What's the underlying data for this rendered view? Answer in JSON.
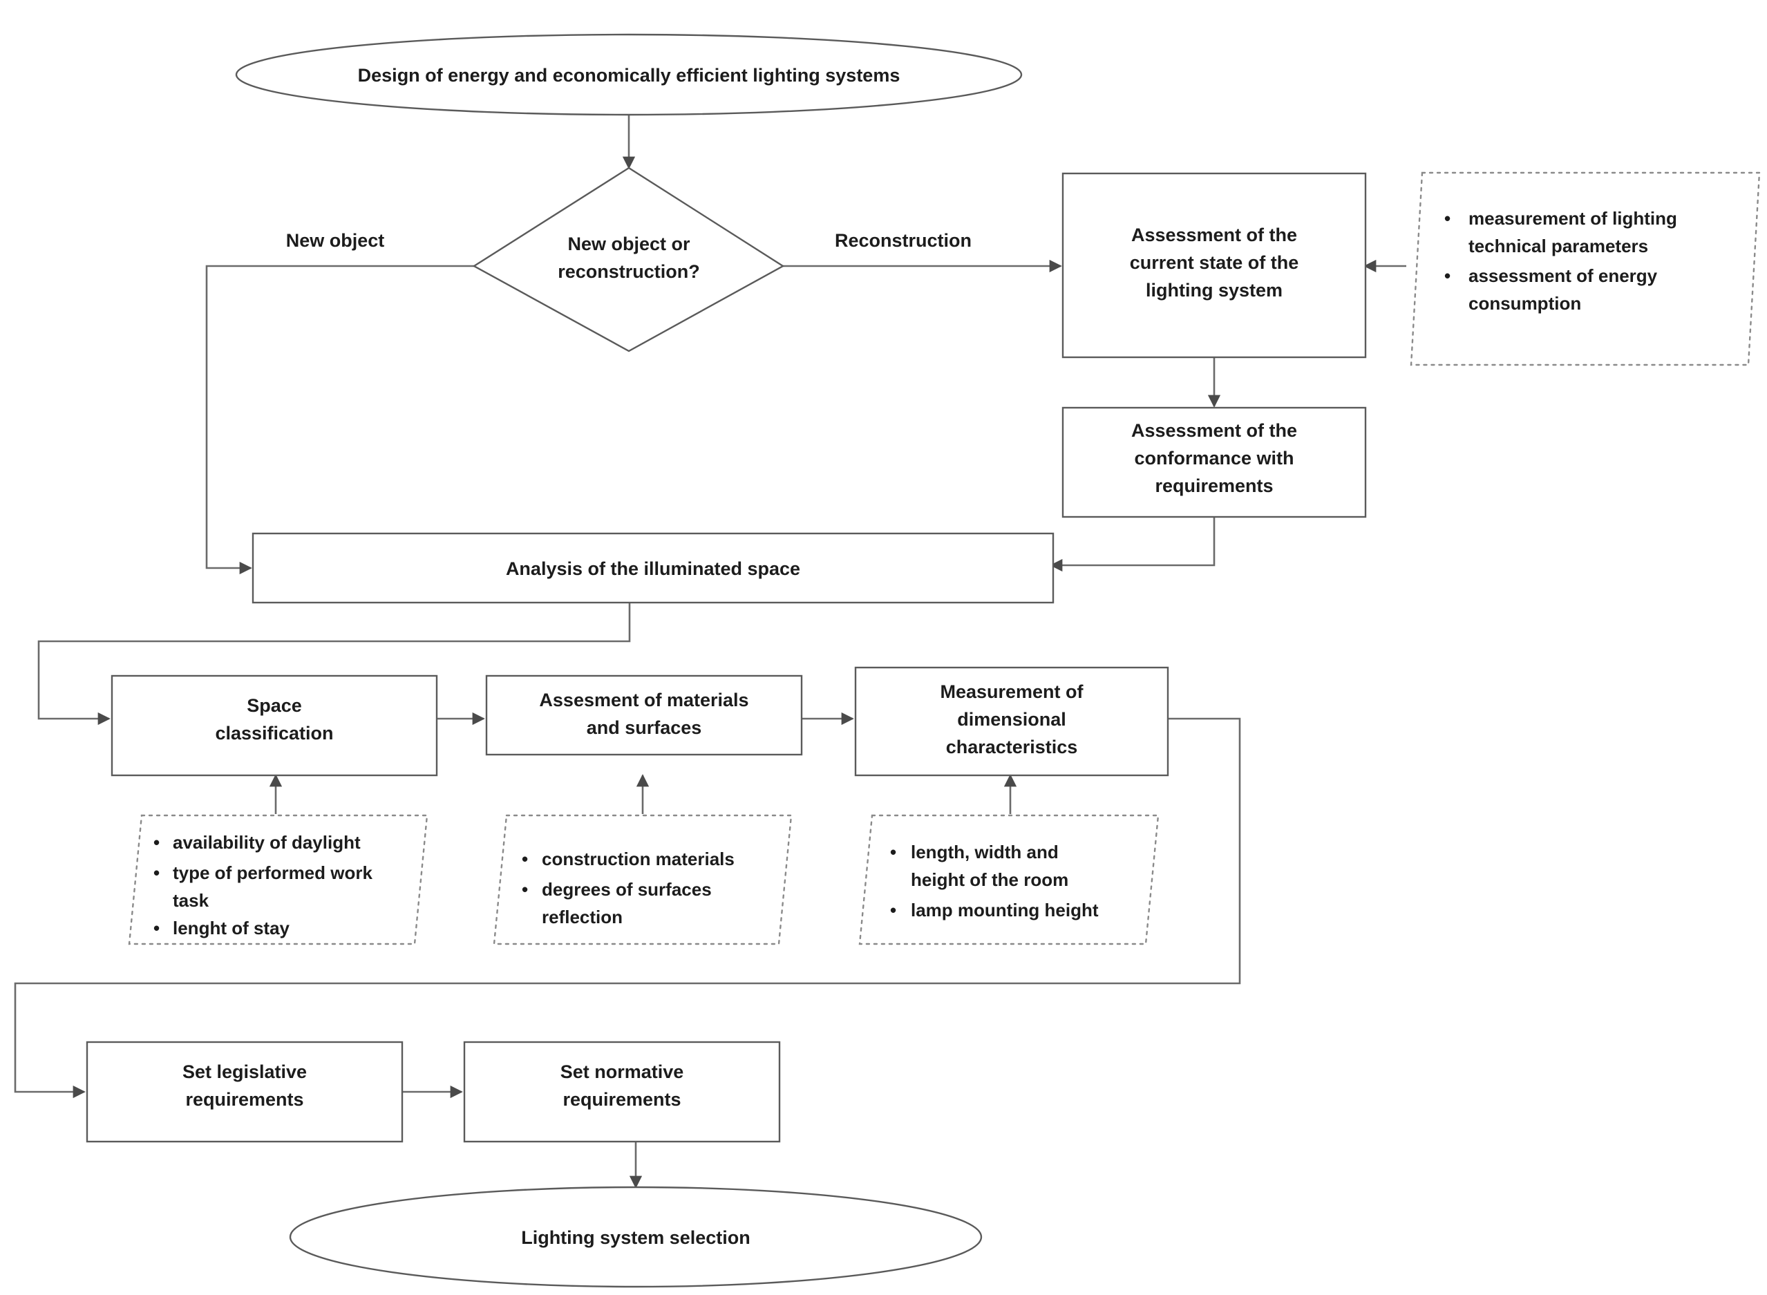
{
  "diagram": {
    "title": "Design of energy and economically efficient lighting systems",
    "type": "flowchart",
    "start_node": {
      "id": "start",
      "shape": "ellipse",
      "label": "Design of energy and economically efficient lighting systems"
    },
    "decision": {
      "id": "decision-new-or-reconstruction",
      "shape": "diamond",
      "label_line1": "New object or",
      "label_line2": "reconstruction?",
      "branch_left_label": "New object",
      "branch_right_label": "Reconstruction"
    },
    "process_nodes": [
      {
        "id": "assessment-current-state",
        "shape": "rectangle",
        "label_line1": "Assessment of the",
        "label_line2": "current state of the",
        "label_line3": "lighting system"
      },
      {
        "id": "assessment-conformance",
        "shape": "rectangle",
        "label_line1": "Assessment of the",
        "label_line2": "conformance with",
        "label_line3": "requirements"
      },
      {
        "id": "analysis-illuminated-space",
        "shape": "rectangle",
        "label_line1": "Analysis of the illuminated space"
      },
      {
        "id": "space-classification",
        "shape": "rectangle",
        "label_line1": "Space",
        "label_line2": "classification"
      },
      {
        "id": "assesment-materials-surfaces",
        "shape": "rectangle",
        "label_line1": "Assesment of materials",
        "label_line2": "and surfaces"
      },
      {
        "id": "measurement-dimensional",
        "shape": "rectangle",
        "label_line1": "Measurement of",
        "label_line2": "dimensional",
        "label_line3": "characteristics"
      },
      {
        "id": "set-legislative-requirements",
        "shape": "rectangle",
        "label_line1": "Set legislative",
        "label_line2": "requirements"
      },
      {
        "id": "set-normative-requirements",
        "shape": "rectangle",
        "label_line1": "Set normative",
        "label_line2": "requirements"
      }
    ],
    "end_node": {
      "id": "lighting-system-selection",
      "shape": "ellipse",
      "label": "Lighting system selection"
    },
    "annotations": [
      {
        "id": "annotation-current-state",
        "shape": "dotted-parallelogram",
        "attached_to": "assessment-current-state",
        "bullets": [
          {
            "lines": [
              "measurement of lighting",
              "technical parameters"
            ]
          },
          {
            "lines": [
              "assessment of energy",
              "consumption"
            ]
          }
        ]
      },
      {
        "id": "annotation-space-classification",
        "shape": "dotted-parallelogram",
        "attached_to": "space-classification",
        "bullets": [
          {
            "lines": [
              "availability of daylight"
            ]
          },
          {
            "lines": [
              "type of performed work",
              "task"
            ]
          },
          {
            "lines": [
              "lenght of stay"
            ]
          }
        ]
      },
      {
        "id": "annotation-materials-surfaces",
        "shape": "dotted-parallelogram",
        "attached_to": "assesment-materials-surfaces",
        "bullets": [
          {
            "lines": [
              "construction materials"
            ]
          },
          {
            "lines": [
              "degrees of surfaces",
              "reflection"
            ]
          }
        ]
      },
      {
        "id": "annotation-dimensional",
        "shape": "dotted-parallelogram",
        "attached_to": "measurement-dimensional",
        "bullets": [
          {
            "lines": [
              "length, width and",
              "height of the room"
            ]
          },
          {
            "lines": [
              "lamp mounting height"
            ]
          }
        ]
      }
    ],
    "colors": {
      "background": "#ffffff",
      "shape_stroke": "#5a5a5a",
      "dotted_stroke": "#8a8a8a",
      "connector": "#6a6a6a",
      "text": "#1c1c1c"
    },
    "bullet_glyph": "•"
  }
}
